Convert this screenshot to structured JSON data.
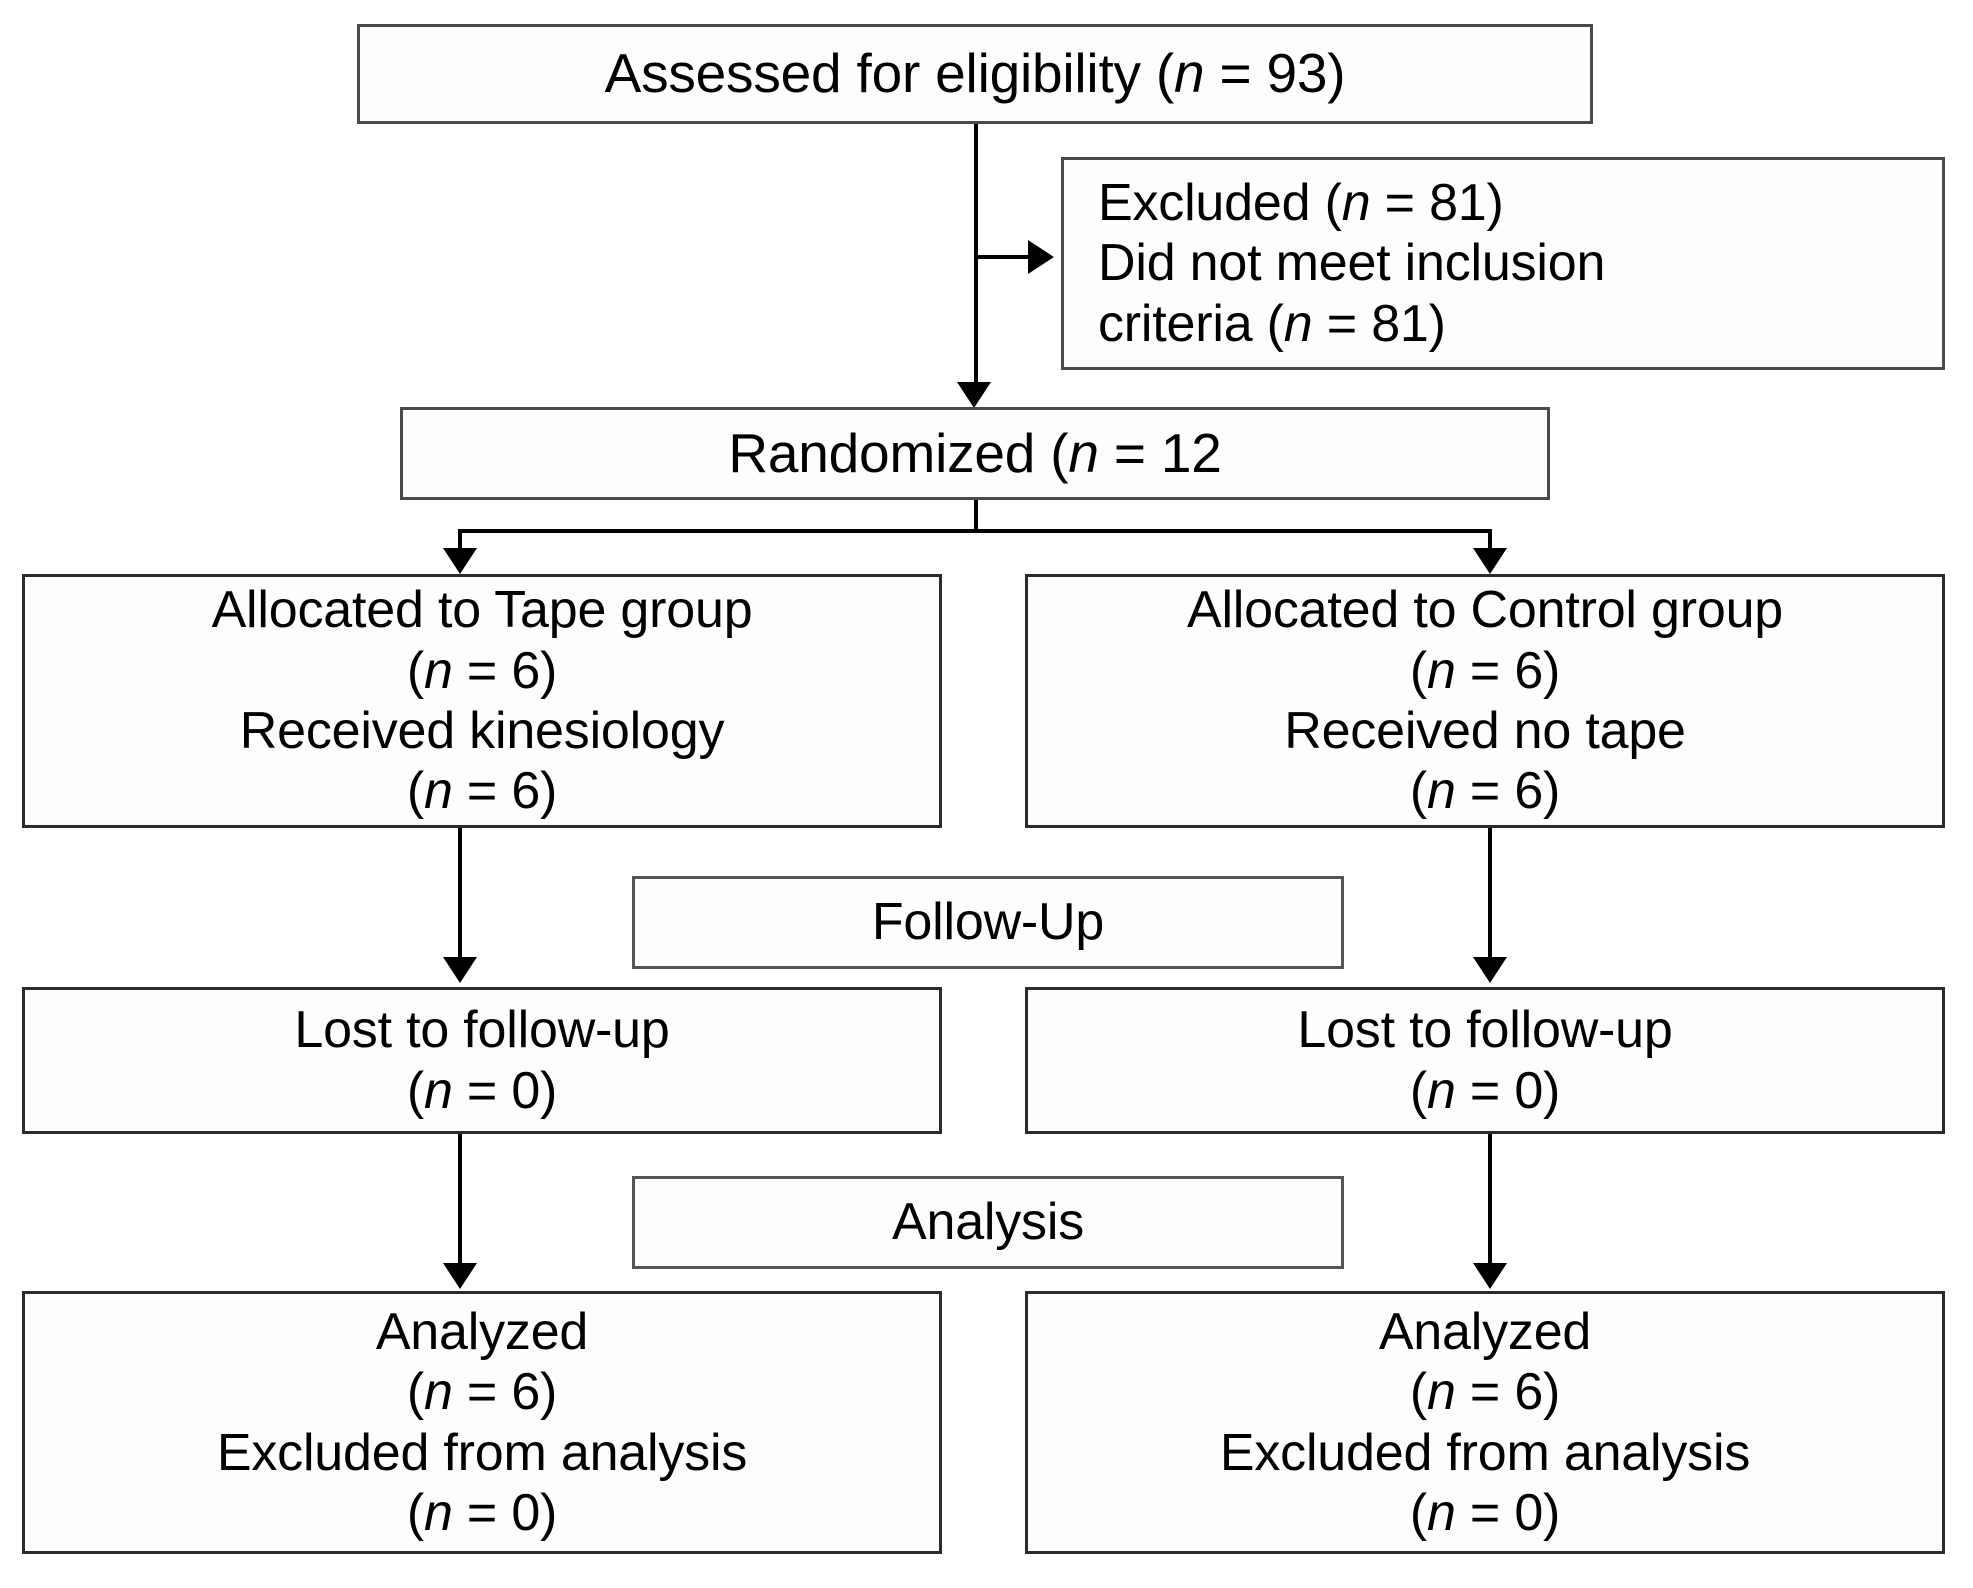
{
  "diagram": {
    "title": "CONSORT participant flow diagram",
    "type": "flowchart",
    "colors": {
      "background": "#ffffff",
      "box_border": "#3a3a3a",
      "connector": "#000000",
      "text": "#000000"
    },
    "nodes": {
      "enrollment": {
        "label": "Assessed for eligibility",
        "line1_pre": "Assessed for eligibility (",
        "line1_italic": "n",
        "line1_post": " = 93)",
        "n": 93
      },
      "excluded": {
        "line1_pre": "Excluded (",
        "line1_italic": "n",
        "line1_post": " = 81)",
        "line2": "Did not meet inclusion",
        "line3_pre": "criteria (",
        "line3_italic": "n",
        "line3_post": " = 81)",
        "n": 81
      },
      "randomized": {
        "line1_pre": "Randomized (",
        "line1_italic": "n",
        "line1_post": " = 12",
        "n": 12
      },
      "alloc_tape": {
        "line1": "Allocated to Tape group",
        "line2_pre": "(",
        "line2_italic": "n",
        "line2_post": " = 6)",
        "line3": "Received kinesiology",
        "line4_pre": "(",
        "line4_italic": "n",
        "line4_post": " = 6)",
        "n": 6
      },
      "alloc_control": {
        "line1": "Allocated to Control group",
        "line2_pre": "(",
        "line2_italic": "n",
        "line2_post": " = 6)",
        "line3": "Received no tape",
        "line4_pre": "(",
        "line4_italic": "n",
        "line4_post": " = 6)",
        "n": 6
      },
      "followup_label": {
        "text": "Follow-Up"
      },
      "lost_left": {
        "line1": "Lost to follow-up",
        "line2_pre": "(",
        "line2_italic": "n",
        "line2_post": " = 0)",
        "n": 0
      },
      "lost_right": {
        "line1": "Lost to follow-up",
        "line2_pre": "(",
        "line2_italic": "n",
        "line2_post": " = 0)",
        "n": 0
      },
      "analysis_label": {
        "text": "Analysis"
      },
      "analyzed_left": {
        "line1": "Analyzed",
        "line2_pre": "(",
        "line2_italic": "n",
        "line2_post": " = 6)",
        "line3": "Excluded from analysis",
        "line4_pre": "(",
        "line4_italic": "n",
        "line4_post": " = 0)",
        "n_analyzed": 6,
        "n_excluded": 0
      },
      "analyzed_right": {
        "line1": "Analyzed",
        "line2_pre": "(",
        "line2_italic": "n",
        "line2_post": " = 6)",
        "line3": "Excluded from analysis",
        "line4_pre": "(",
        "line4_italic": "n",
        "line4_post": " = 0)",
        "n_analyzed": 6,
        "n_excluded": 0
      }
    }
  }
}
